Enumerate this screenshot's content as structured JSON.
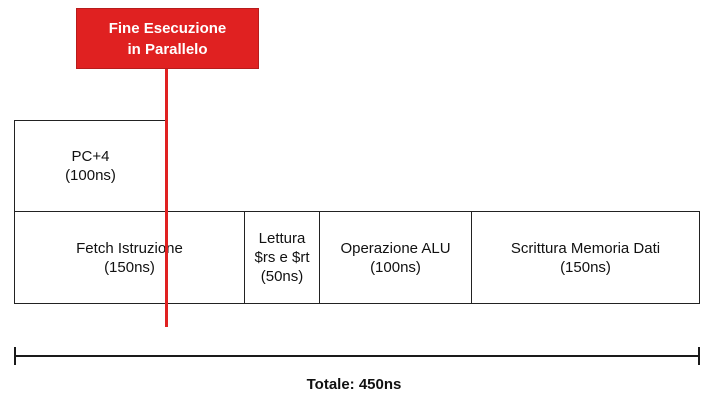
{
  "callout": {
    "label": "Fine Esecuzione\nin Parallelo",
    "color": "#e02121"
  },
  "stages": {
    "pc_increment": {
      "label": "PC+4\n(100ns)"
    },
    "fetch": {
      "label": "Fetch Istruzione\n(150ns)"
    },
    "read_registers": {
      "label": "Lettura\n$rs e $rt\n(50ns)"
    },
    "alu": {
      "label": "Operazione ALU\n(100ns)"
    },
    "write_memory": {
      "label": "Scrittura Memoria Dati\n(150ns)"
    }
  },
  "total": {
    "label": "Totale: 450ns"
  }
}
